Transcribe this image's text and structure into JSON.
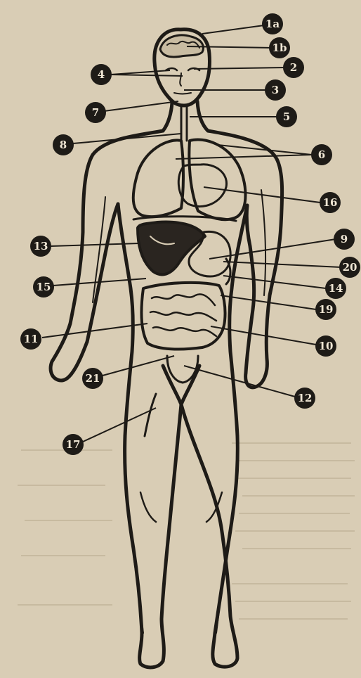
{
  "figure": {
    "colors": {
      "paper": "#d9cdb5",
      "ink": "#1e1b17",
      "label_text": "#efe6d4"
    },
    "labels": [
      {
        "id": "1a",
        "text": "1a"
      },
      {
        "id": "1b",
        "text": "1b"
      },
      {
        "id": "2",
        "text": "2"
      },
      {
        "id": "3",
        "text": "3"
      },
      {
        "id": "4",
        "text": "4"
      },
      {
        "id": "5",
        "text": "5"
      },
      {
        "id": "6",
        "text": "6"
      },
      {
        "id": "7",
        "text": "7"
      },
      {
        "id": "8",
        "text": "8"
      },
      {
        "id": "9",
        "text": "9"
      },
      {
        "id": "10",
        "text": "10"
      },
      {
        "id": "11",
        "text": "11"
      },
      {
        "id": "12",
        "text": "12"
      },
      {
        "id": "13",
        "text": "13"
      },
      {
        "id": "14",
        "text": "14"
      },
      {
        "id": "15",
        "text": "15"
      },
      {
        "id": "16",
        "text": "16"
      },
      {
        "id": "17",
        "text": "17"
      },
      {
        "id": "19",
        "text": "19"
      },
      {
        "id": "20",
        "text": "20"
      },
      {
        "id": "21",
        "text": "21"
      }
    ]
  }
}
